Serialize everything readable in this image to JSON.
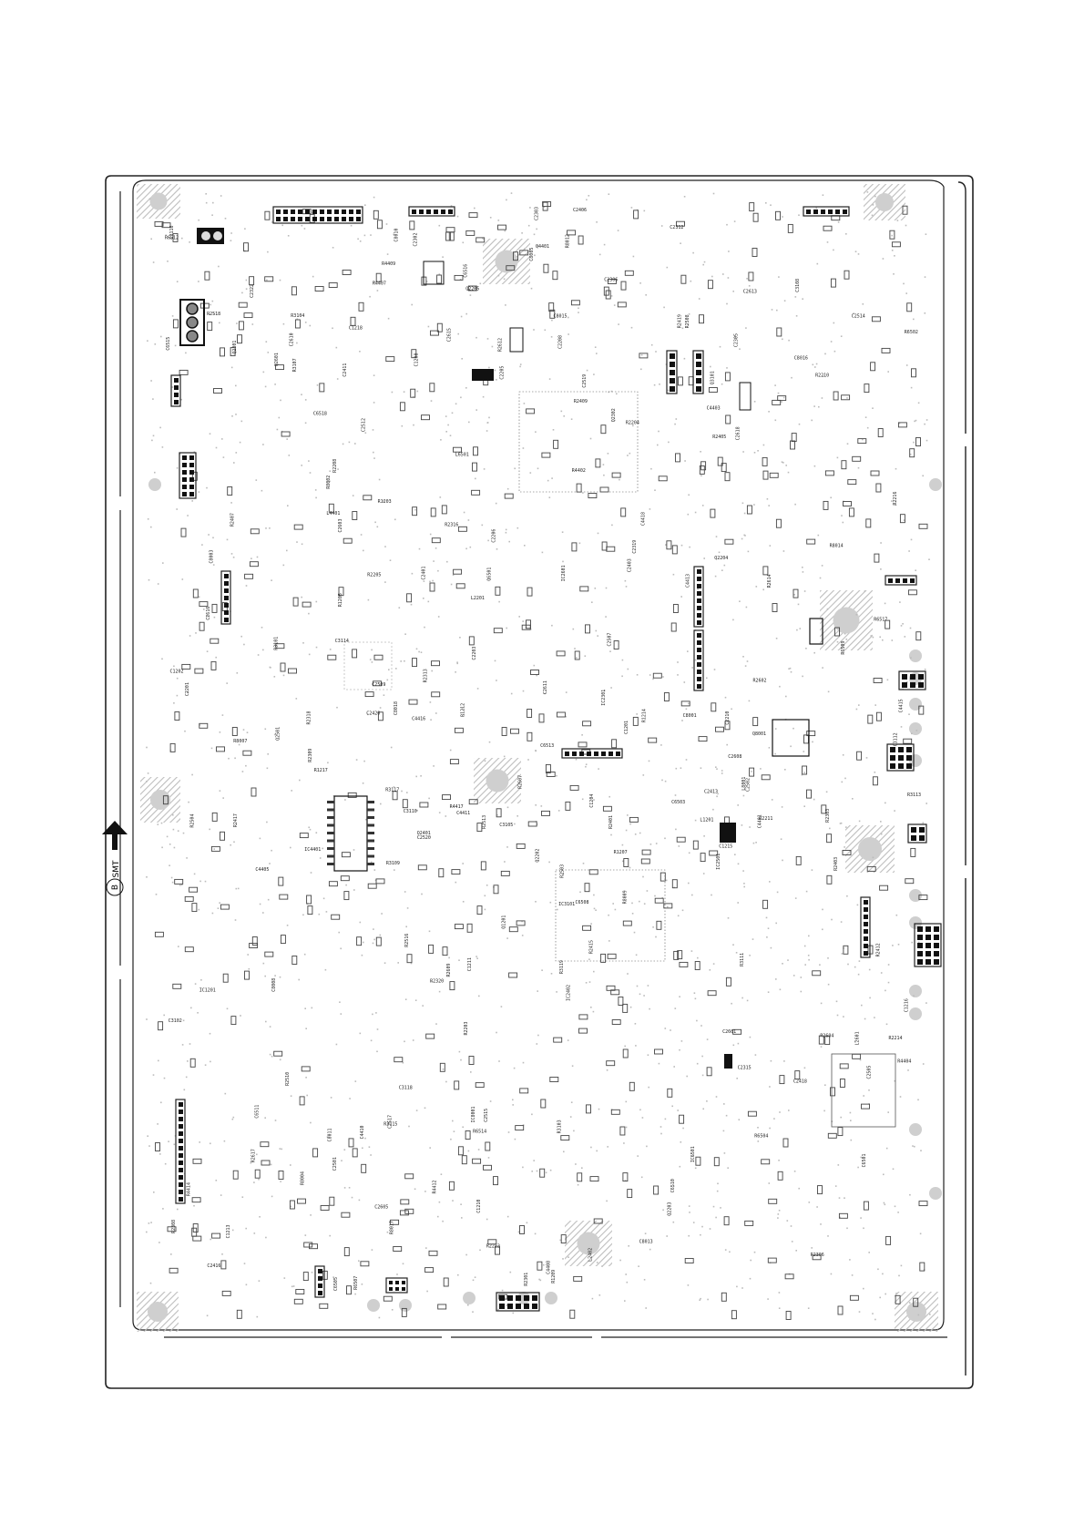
{
  "diagram": {
    "side_marker": {
      "letter": "B",
      "label": "SMT"
    },
    "colors": {
      "outline": "#222222",
      "pad": "#444444",
      "hatch": "#bdbdbd",
      "hole": "#cfcfcf",
      "black": "#111111"
    },
    "component_refs": [
      "R2203",
      "R2204",
      "R2205",
      "Q2202",
      "C2201",
      "R2208",
      "R2210",
      "C2203",
      "Q2203",
      "R2211",
      "C2205",
      "C2206",
      "R2212",
      "Q2204",
      "R2214",
      "C2208",
      "L2201",
      "C2210",
      "R2216",
      "Q2205",
      "R2301",
      "R2303",
      "C2302",
      "C2303",
      "Q2301",
      "R2306",
      "C2305",
      "R2308",
      "C2306",
      "R2309",
      "IC2301",
      "C2312",
      "R2313",
      "C2315",
      "R2316",
      "R2318",
      "C2319",
      "Q2302",
      "R2320",
      "C2322",
      "R2401",
      "C2401",
      "R2403",
      "Q2401",
      "C2403",
      "R2405",
      "C2406",
      "R2407",
      "IC2402",
      "R2409",
      "C2411",
      "R2412",
      "C2413",
      "R2415",
      "C2416",
      "R2417",
      "L2402",
      "C2418",
      "R2419",
      "C2420",
      "C2501",
      "C2502",
      "R2503",
      "R2504",
      "C2505",
      "IC2501",
      "C2507",
      "R2508",
      "C2509",
      "R2510",
      "C2512",
      "R2513",
      "C2514",
      "C2515",
      "R2516",
      "Q2501",
      "C2517",
      "R2518",
      "C2519",
      "C2520",
      "R3101",
      "C3102",
      "R3103",
      "R3104",
      "C3105",
      "Q3101",
      "R3107",
      "C3108",
      "R3109",
      "C3110",
      "R3111",
      "C3112",
      "R3113",
      "C3114",
      "R3115",
      "IC3101",
      "C3116",
      "R3117",
      "C3118",
      "R3119",
      "C1201",
      "C1202",
      "R1203",
      "C1204",
      "R1205",
      "Q1201",
      "R1207",
      "C1208",
      "R1209",
      "C1210",
      "C1211",
      "R1212",
      "C1213",
      "R1214",
      "C1215",
      "IC1201",
      "C1216",
      "R1217",
      "C1218",
      "L1201",
      "C6501",
      "R6502",
      "C6503",
      "R6504",
      "C6505",
      "Q6501",
      "R6507",
      "C6508",
      "R6509",
      "C6510",
      "C6511",
      "R6512",
      "C6513",
      "R6514",
      "C6515",
      "IC6501",
      "C6516",
      "R6517",
      "C6518",
      "L6501",
      "C8001",
      "R8002",
      "C8003",
      "R8004",
      "C8005",
      "Q8001",
      "R8007",
      "C8008",
      "R8009",
      "C8010",
      "C8011",
      "R8012",
      "C8013",
      "R8014",
      "C8015",
      "IC8001",
      "C8016",
      "R8017",
      "C8018",
      "L8001",
      "C4401",
      "R4402",
      "C4403",
      "R4404",
      "C4405",
      "Q4401",
      "R4407",
      "C4408",
      "R4409",
      "C4410",
      "C4411",
      "R4412",
      "C4413",
      "R4414",
      "C4415",
      "IC4401",
      "C4416",
      "R4417",
      "C4418",
      "L4401",
      "C2601",
      "R2602",
      "C2603",
      "R2604",
      "C2605",
      "Q2601",
      "R2607",
      "C2608",
      "R2609",
      "C2610",
      "C2611",
      "R2612",
      "C2613",
      "R2614",
      "C2615",
      "IC2601",
      "C2616",
      "R2617",
      "C2618",
      "L2601"
    ]
  }
}
